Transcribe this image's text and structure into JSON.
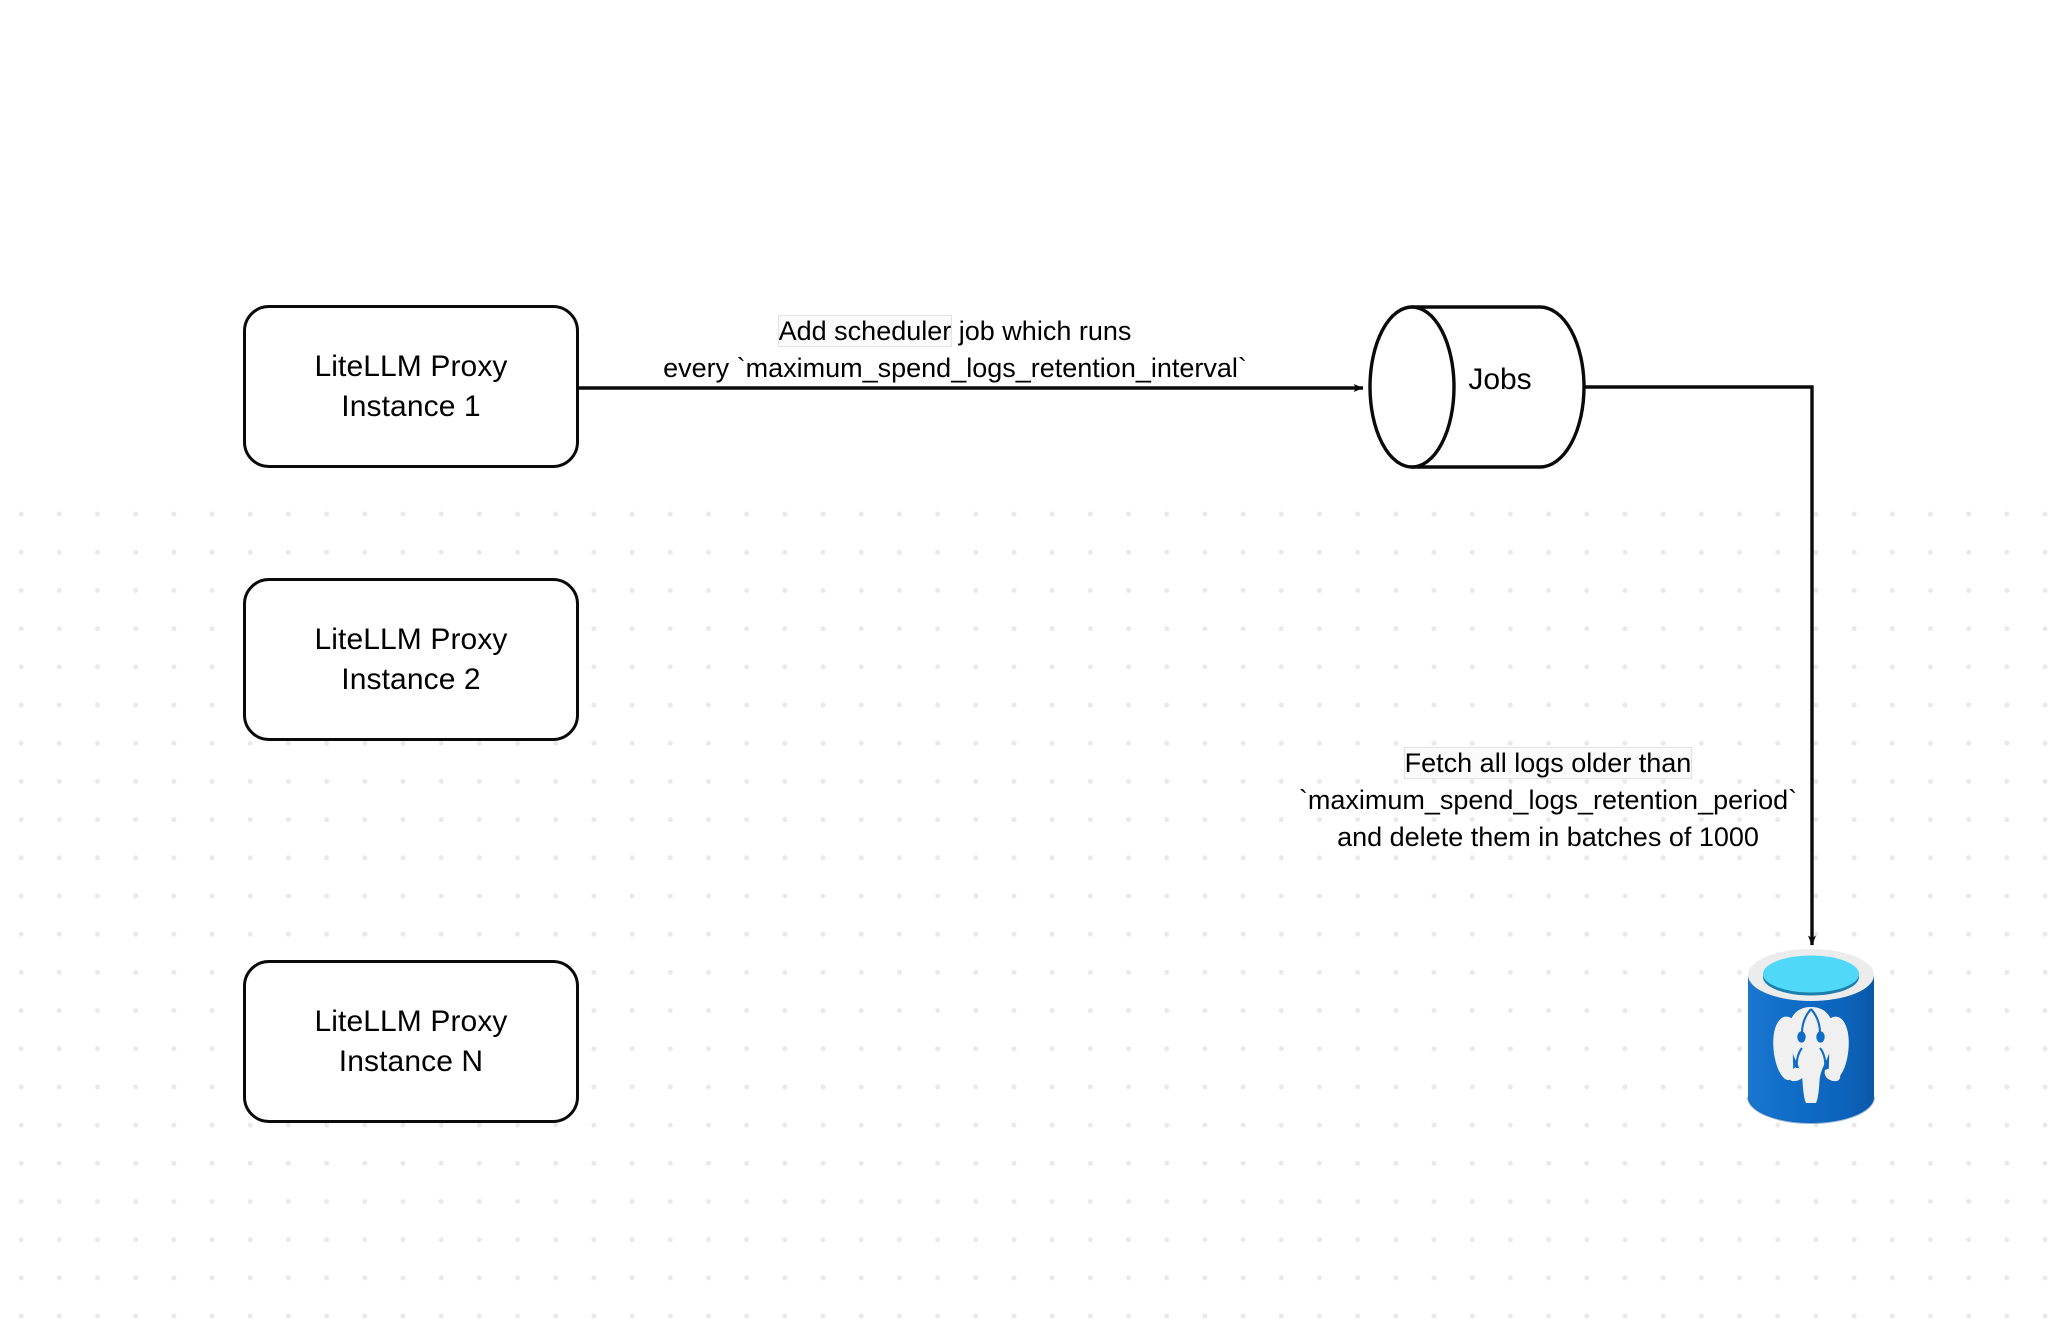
{
  "diagram": {
    "title": "LiteLLM spend-log retention scheduler flow",
    "background_color": "#ffffff",
    "grid_dot_color": "#e9e9e9",
    "stroke_color": "#0a0a0a",
    "nodes": [
      {
        "id": "proxy-1",
        "type": "rounded-rect",
        "lines": [
          "LiteLLM Proxy",
          "Instance 1"
        ]
      },
      {
        "id": "proxy-2",
        "type": "rounded-rect",
        "lines": [
          "LiteLLM Proxy",
          "Instance 2"
        ]
      },
      {
        "id": "proxy-n",
        "type": "rounded-rect",
        "lines": [
          "LiteLLM Proxy",
          "Instance N"
        ]
      },
      {
        "id": "jobs",
        "type": "cylinder",
        "label": "Jobs"
      },
      {
        "id": "postgres",
        "type": "database-icon",
        "icon": "postgresql-database-icon",
        "colors": {
          "body": "#1270c8",
          "body_dark": "#0b5fae",
          "rim": "#ececec",
          "pool": "#4fd8f7",
          "pool_shadow": "#1b7fae",
          "elephant": "#f0f0f0"
        }
      }
    ],
    "edges": [
      {
        "id": "edge-scheduler",
        "from": "proxy-1",
        "to": "jobs",
        "arrow": "filled-triangle",
        "label_lines": [
          {
            "text": "Add scheduler",
            "highlight": true
          },
          {
            "text": " job which runs",
            "highlight": false
          }
        ],
        "label_line_2": "every `maximum_spend_logs_retention_interval`"
      },
      {
        "id": "edge-fetch-delete",
        "from": "jobs",
        "to": "postgres",
        "arrow": "filled-triangle",
        "label_lines": [
          {
            "text": "Fetch all logs older than",
            "highlight": true
          },
          {
            "text": "`maximum_spend_logs_retention_period`",
            "highlight": false
          },
          {
            "text": "and delete them in batches of 1000",
            "highlight": false
          }
        ]
      }
    ]
  },
  "labels": {
    "box1_line1": "LiteLLM Proxy",
    "box1_line2": "Instance 1",
    "box2_line1": "LiteLLM Proxy",
    "box2_line2": "Instance 2",
    "box3_line1": "LiteLLM Proxy",
    "box3_line2": "Instance N",
    "jobs": "Jobs",
    "scheduler_l1_a": "Add scheduler",
    "scheduler_l1_b": " job which runs",
    "scheduler_l2": "every `maximum_spend_logs_retention_interval`",
    "fetch_l1": "Fetch all logs older than",
    "fetch_l2": "`maximum_spend_logs_retention_period`",
    "fetch_l3": "and delete them in batches of 1000"
  }
}
